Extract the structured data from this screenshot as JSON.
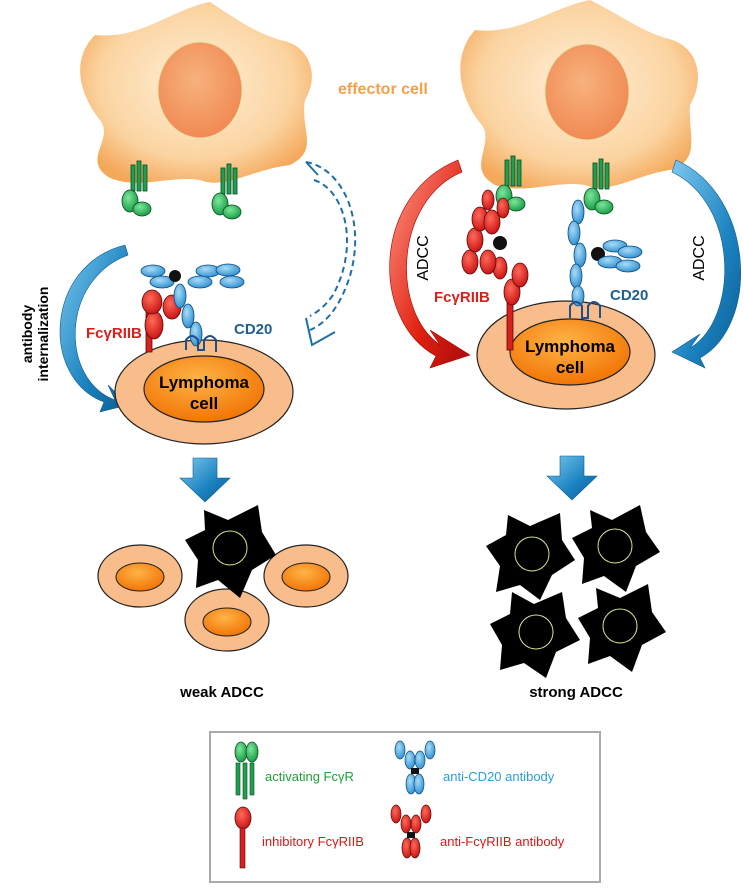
{
  "labels": {
    "effector_cell": "effector cell",
    "antibody_internalization_1": "antibody",
    "antibody_internalization_2": "internalization",
    "fc": "Fc",
    "gamma": "γ",
    "riib": "RIIB",
    "cd20": "CD20",
    "lymphoma_line1": "Lymphoma",
    "lymphoma_line2": "cell",
    "adcc": "ADCC",
    "weak_adcc": "weak ADCC",
    "strong_adcc": "strong ADCC"
  },
  "legend": {
    "activating": "activating FcγR",
    "anti_cd20": "anti-CD20 antibody",
    "inhibitory": "inhibitory FcγRIIB",
    "anti_fcgriib": "anti-FcγRIIB antibody"
  },
  "colors": {
    "effector_orange": "#f5a04a",
    "green": "#1fa050",
    "red": "#d8201c",
    "blue": "#1e6fa4",
    "light_blue": "#3aa3dd",
    "lymphoma_outer": "#f8bd8a",
    "lymphoma_inner": "#ff7a00",
    "arrow_blue": "#1a8ac8",
    "legend_blue_text": "#2aa0d8",
    "legend_green_text": "#1f9e3a",
    "legend_red_text": "#d61a1a"
  }
}
